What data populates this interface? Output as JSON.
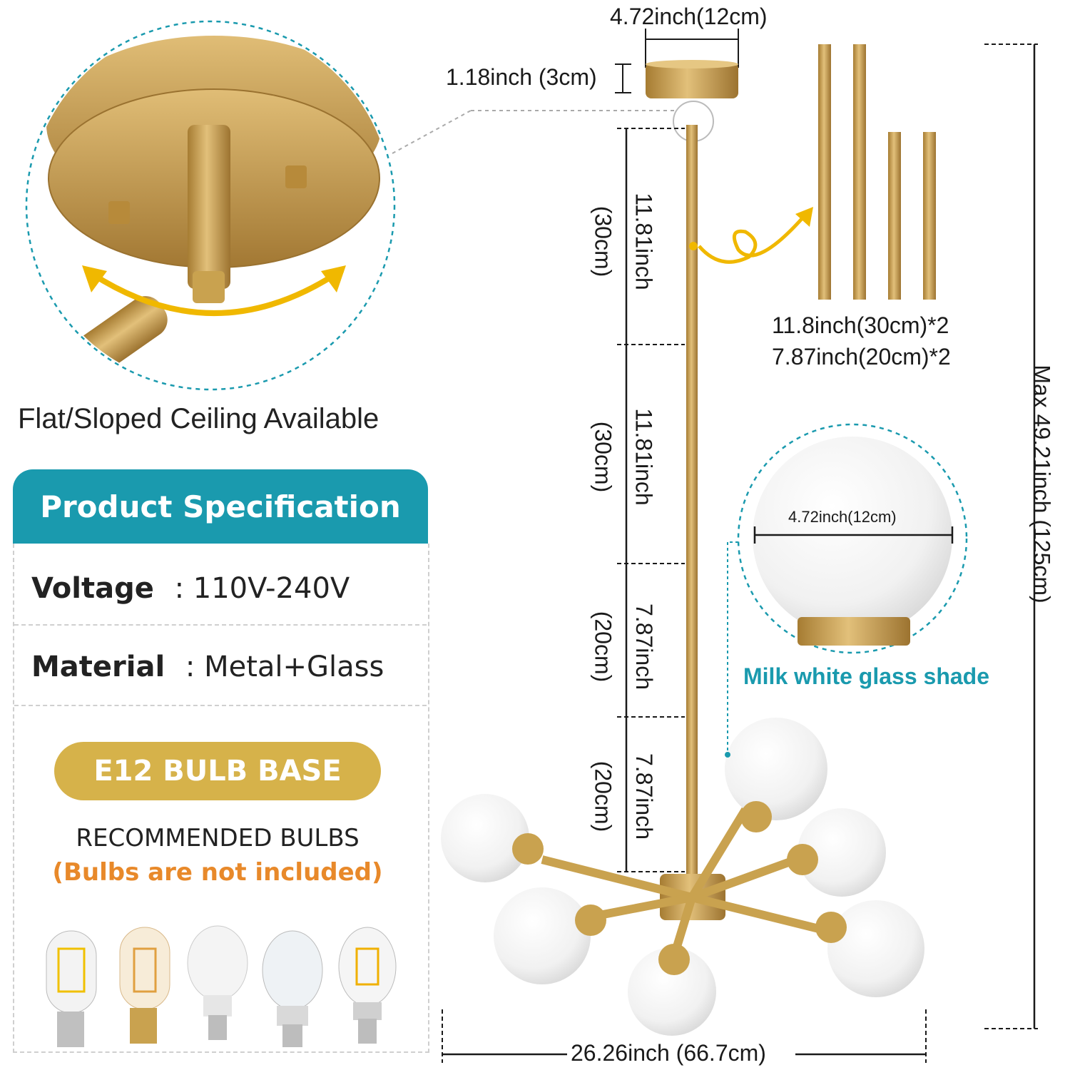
{
  "left": {
    "ceiling_caption": "Flat/Sloped Ceiling Available",
    "spec": {
      "header": "Product Specification",
      "voltage_label": "Voltage",
      "voltage_value": ": 110V-240V",
      "material_label": "Material",
      "material_value": ": Metal+Glass",
      "bulb_base": "E12 BULB BASE",
      "recommended": "RECOMMENDED BULBS",
      "not_included": "(Bulbs are not included)"
    }
  },
  "dimensions": {
    "canopy_width": "4.72inch(12cm)",
    "canopy_height": "1.18inch (3cm)",
    "rod1_inch": "11.81inch",
    "rod1_cm": "(30cm)",
    "rod2_inch": "11.81inch",
    "rod2_cm": "(30cm)",
    "rod3_inch": "7.87inch",
    "rod3_cm": "(20cm)",
    "rod4_inch": "7.87inch",
    "rod4_cm": "(20cm)",
    "max_height": "Max 49.21inch  (125cm)",
    "total_width": "26.26inch (66.7cm)",
    "rods_30": "11.8inch(30cm)*2",
    "rods_20": "7.87inch(20cm)*2",
    "shade_diameter": "4.72inch(12cm)",
    "shade_caption": "Milk white glass shade"
  },
  "colors": {
    "teal": "#1a9aae",
    "gold": "#d6b24a",
    "orange": "#e8892a",
    "brass": "#c9a24f"
  }
}
